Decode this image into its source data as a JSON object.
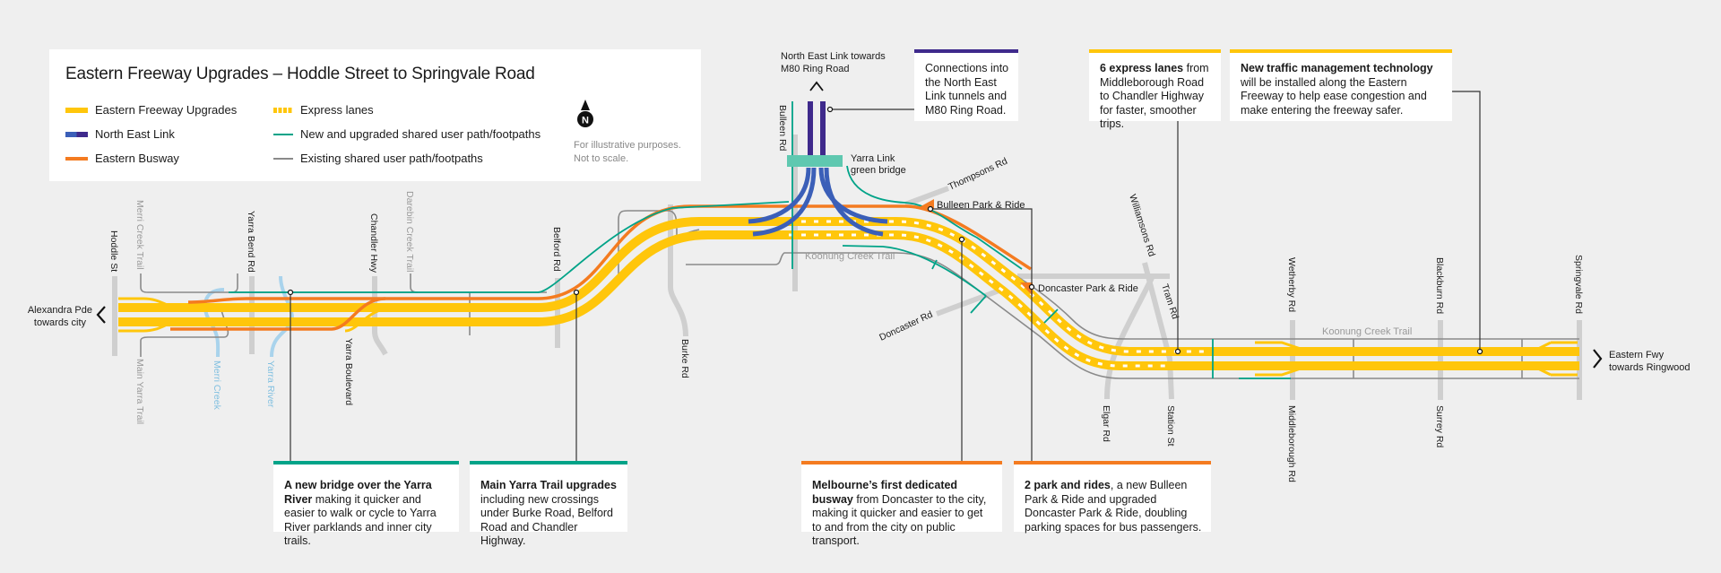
{
  "legend": {
    "title": "Eastern Freeway Upgrades – Hoddle Street to Springvale Road",
    "items": [
      {
        "label": "Eastern Freeway Upgrades",
        "color": "#ffc60b"
      },
      {
        "label": "North East Link",
        "color": "#3b5fb8"
      },
      {
        "label": "Eastern Busway",
        "color": "#f47b20"
      },
      {
        "label": "Express lanes",
        "color": "#ffc60b"
      },
      {
        "label": "New and upgraded shared user path/footpaths",
        "color": "#00a388"
      },
      {
        "label": "Existing shared user path/footpaths",
        "color": "#8a8a8a"
      }
    ],
    "north": "N",
    "note": [
      "For illustrative purposes.",
      "Not to scale."
    ]
  },
  "callouts": {
    "connections": {
      "bold": "",
      "text": "Connections into the North East Link tunnels and M80 Ring Road.",
      "color": "#3f2a8c"
    },
    "express": {
      "bold": "6 express lanes",
      "text": " from Middleborough Road to Chandler Highway for faster, smoother trips.",
      "color": "#ffc60b"
    },
    "traffic": {
      "bold": "New traffic management technology",
      "text": " will be installed along the Eastern Freeway to help ease congestion and make entering the freeway safer.",
      "color": "#ffc60b"
    },
    "bridge": {
      "bold": "A new bridge over the Yarra River",
      "text": " making it quicker and easier to walk or cycle to Yarra River parklands and inner city trails.",
      "color": "#00a388"
    },
    "trail": {
      "bold": "Main Yarra Trail upgrades",
      "text": " including new crossings under Burke Road, Belford Road and Chandler Highway.",
      "color": "#00a388"
    },
    "busway": {
      "bold": "Melbourne’s first dedicated busway",
      "text": " from Doncaster to the city, making it quicker and easier to get to and from the city on public transport.",
      "color": "#f47b20"
    },
    "parkride": {
      "bold": "2 park and rides",
      "text": ", a new Bulleen Park & Ride and upgraded Doncaster Park & Ride, doubling parking spaces for bus passengers.",
      "color": "#f47b20"
    }
  },
  "map": {
    "nel_label": [
      "North East Link towards",
      "M80 Ring Road"
    ],
    "yarra_link": [
      "Yarra Link",
      "green bridge"
    ],
    "west_end": [
      "Alexandra Pde",
      "towards city"
    ],
    "east_end": [
      "Eastern Fwy",
      "towards Ringwood"
    ],
    "bulleen_pr": "Bulleen Park & Ride",
    "doncaster_pr": "Doncaster Park & Ride",
    "koonung_west": "Koonung Creek Trail",
    "koonung_east": "Koonung Creek Trail",
    "roads": {
      "hoddle": "Hoddle St",
      "merri_trail": "Merri Creek Trail",
      "yarra_bend": "Yarra Bend Rd",
      "chandler": "Chandler Hwy",
      "darebin": "Darebin Creek Trail",
      "belford": "Belford Rd",
      "burke": "Burke Rd",
      "main_yarra": "Main Yarra Trail",
      "merri_creek": "Merri Creek",
      "yarra_river": "Yarra River",
      "yarra_blvd": "Yarra Boulevard",
      "bulleen": "Bulleen Rd",
      "thompsons": "Thompsons Rd",
      "doncaster": "Doncaster Rd",
      "williamsons": "Williamsons Rd",
      "tram": "Tram Rd",
      "elgar": "Elgar Rd",
      "station": "Station St",
      "wetherby": "Wetherby Rd",
      "middleborough": "Middleborough Rd",
      "blackburn": "Blackburn Rd",
      "surrey": "Surrey Rd",
      "springvale": "Springvale Rd"
    }
  }
}
